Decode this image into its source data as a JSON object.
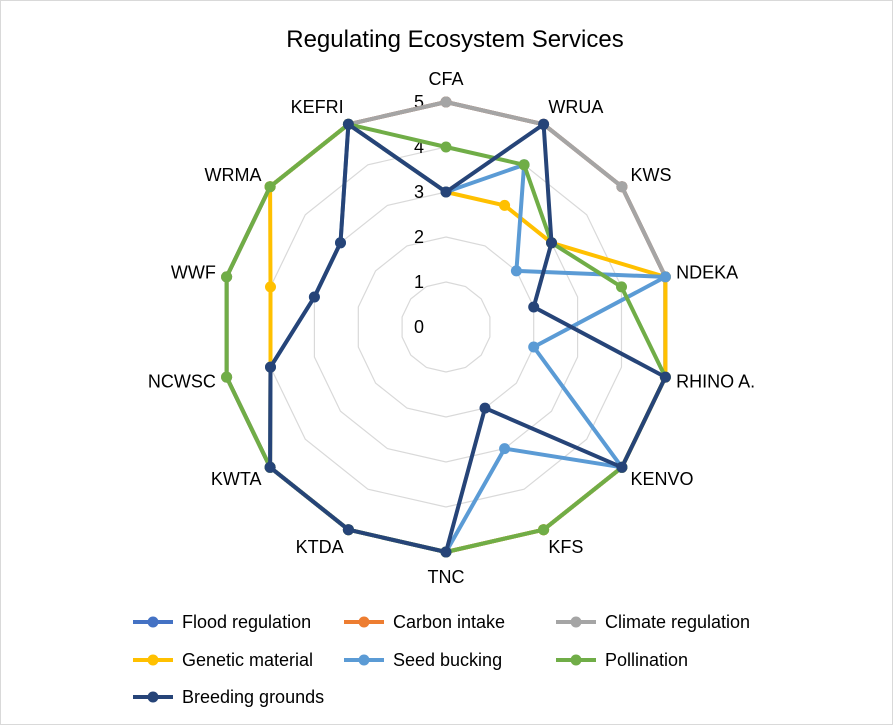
{
  "chart_data": {
    "type": "radar",
    "title": "Regulating Ecosystem Services",
    "categories": [
      "CFA",
      "WRUA",
      "KWS",
      "NDEKA",
      "RHINO A.",
      "KENVO",
      "KFS",
      "TNC",
      "KTDA",
      "KWTA",
      "NCWSC",
      "WWF",
      "WRMA",
      "KEFRI"
    ],
    "r_ticks": [
      "0",
      "1",
      "2",
      "3",
      "4",
      "5"
    ],
    "rlim": [
      0,
      5
    ],
    "grid": true,
    "legend_position": "bottom",
    "series": [
      {
        "name": "Flood regulation",
        "color": "#4472C4",
        "values": [
          5,
          5,
          5,
          5,
          5,
          5,
          5,
          5,
          5,
          5,
          5,
          5,
          5,
          5
        ]
      },
      {
        "name": "Carbon intake",
        "color": "#ED7D31",
        "values": [
          5,
          5,
          5,
          5,
          5,
          5,
          5,
          5,
          5,
          5,
          5,
          5,
          5,
          5
        ]
      },
      {
        "name": "Climate regulation",
        "color": "#A5A5A5",
        "values": [
          5,
          5,
          5,
          5,
          5,
          5,
          5,
          5,
          5,
          5,
          5,
          5,
          5,
          5
        ]
      },
      {
        "name": "Genetic material",
        "color": "#FFC000",
        "values": [
          3,
          3,
          3,
          5,
          5,
          5,
          5,
          5,
          5,
          5,
          4,
          4,
          5,
          5
        ]
      },
      {
        "name": "Seed bucking",
        "color": "#5B9BD5",
        "values": [
          3,
          4,
          2,
          5,
          2,
          5,
          3,
          5,
          5,
          5,
          4,
          3,
          3,
          5
        ]
      },
      {
        "name": "Pollination",
        "color": "#70AD47",
        "values": [
          4,
          4,
          3,
          4,
          5,
          5,
          5,
          5,
          5,
          5,
          5,
          5,
          5,
          5
        ]
      },
      {
        "name": "Breeding grounds",
        "color": "#264478",
        "values": [
          3,
          5,
          3,
          2,
          5,
          5,
          2,
          5,
          5,
          5,
          4,
          3,
          3,
          5
        ]
      }
    ]
  }
}
